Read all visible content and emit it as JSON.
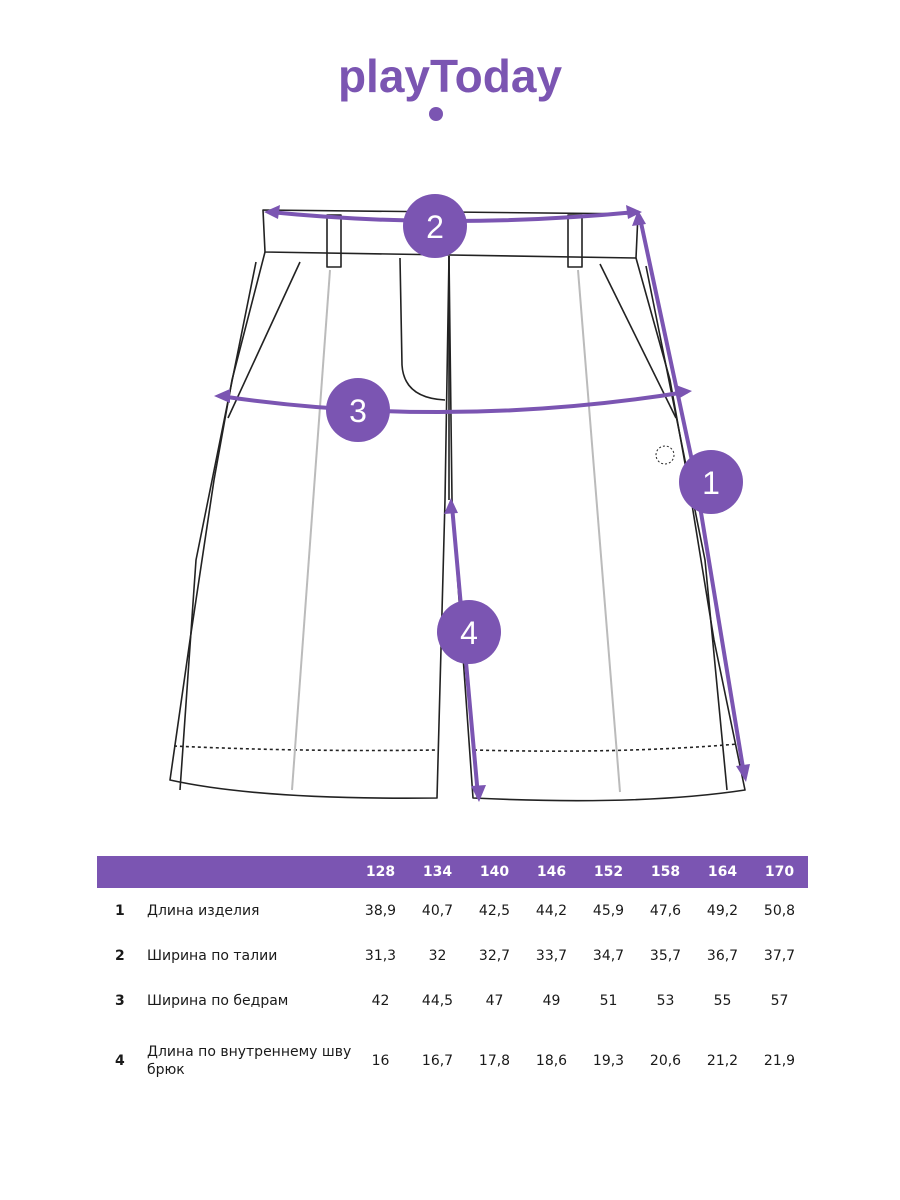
{
  "brand": {
    "logo_text": "playToday",
    "accent_color": "#7b55b2"
  },
  "diagram": {
    "markers": [
      {
        "label": "2"
      },
      {
        "label": "3"
      },
      {
        "label": "1"
      },
      {
        "label": "4"
      }
    ]
  },
  "table": {
    "sizes": [
      "128",
      "134",
      "140",
      "146",
      "152",
      "158",
      "164",
      "170"
    ],
    "rows": [
      {
        "num": "1",
        "name": "Длина изделия",
        "values": [
          "38,9",
          "40,7",
          "42,5",
          "44,2",
          "45,9",
          "47,6",
          "49,2",
          "50,8"
        ]
      },
      {
        "num": "2",
        "name": "Ширина по талии",
        "values": [
          "31,3",
          "32",
          "32,7",
          "33,7",
          "34,7",
          "35,7",
          "36,7",
          "37,7"
        ]
      },
      {
        "num": "3",
        "name": "Ширина по бедрам",
        "values": [
          "42",
          "44,5",
          "47",
          "49",
          "51",
          "53",
          "55",
          "57"
        ]
      },
      {
        "num": "4",
        "name": "Длина по внутреннему шву брюк",
        "values": [
          "16",
          "16,7",
          "17,8",
          "18,6",
          "19,3",
          "20,6",
          "21,2",
          "21,9"
        ]
      }
    ]
  }
}
